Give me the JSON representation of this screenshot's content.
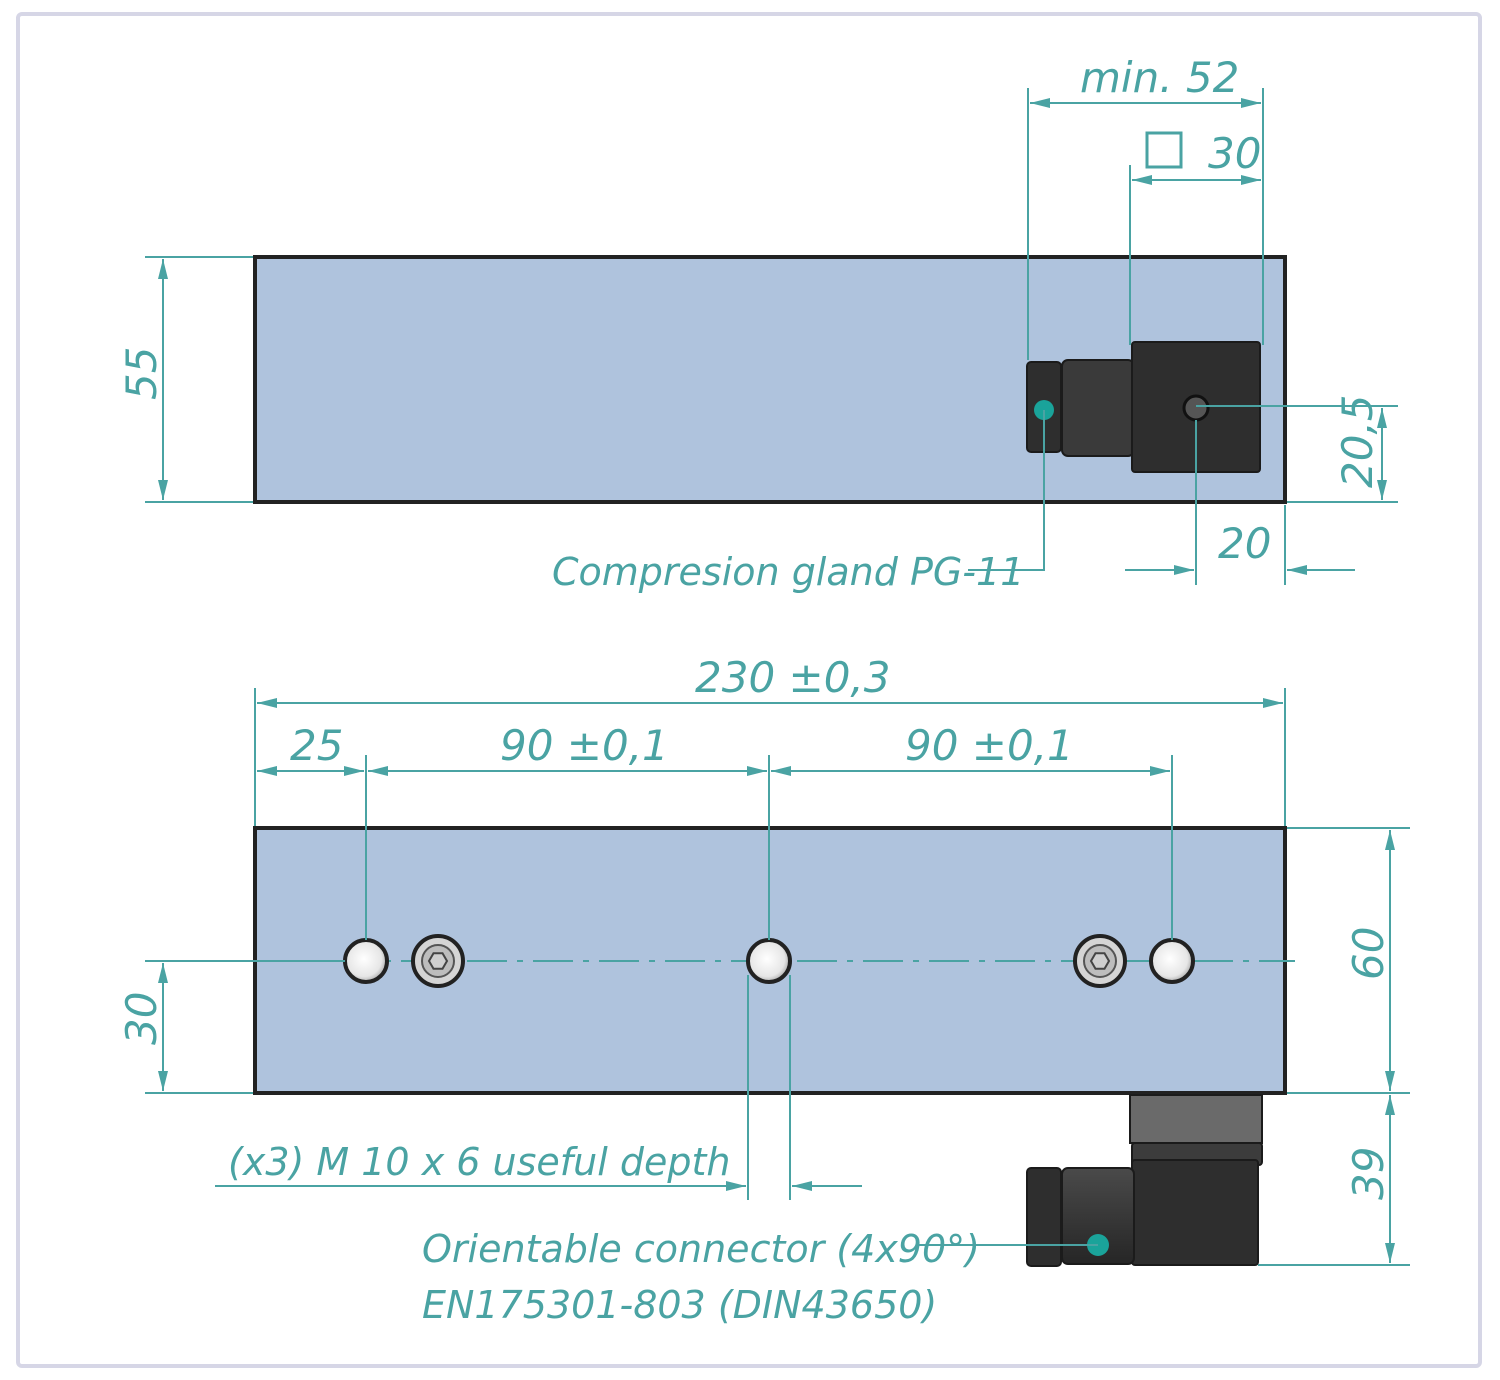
{
  "colors": {
    "dimension": "#4aa3a3",
    "body": "#afc3dd",
    "outline": "#222222",
    "connector": "#2e2e2e",
    "frame": "#d6d6e6"
  },
  "top_view": {
    "dim_min52": "min. 52",
    "dim_square30": "30",
    "dim_height55": "55",
    "dim_20_5": "20,5",
    "dim_20": "20",
    "gland_label": "Compresion gland PG-11"
  },
  "bottom_view": {
    "dim_230": "230  ±0,3",
    "dim_25": "25",
    "dim_90_left": "90  ±0,1",
    "dim_90_right": "90  ±0,1",
    "dim_height60": "60",
    "dim_30": "30",
    "dim_39": "39",
    "thread_label": "(x3) M  10  x 6 useful depth",
    "connector_label_line1": "Orientable connector (4x90°)",
    "connector_label_line2": "EN175301-803 (DIN43650)"
  }
}
